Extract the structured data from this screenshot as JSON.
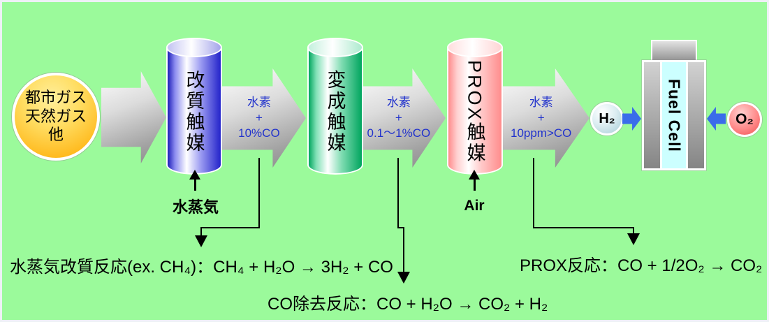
{
  "diagram": {
    "source": {
      "line1": "都市ガス",
      "line2": "天然ガス",
      "line3": "他"
    },
    "stages": [
      {
        "label": "改質触媒"
      },
      {
        "label": "変成触媒"
      },
      {
        "label": "PROX触媒"
      }
    ],
    "streams": [
      {
        "line1": "水素",
        "line2": "+",
        "line3": "10%CO"
      },
      {
        "line1": "水素",
        "line2": "+",
        "line3": "0.1～1%CO"
      },
      {
        "line1": "水素",
        "line2": "+",
        "line3": "10ppm>CO"
      }
    ],
    "feeds": [
      {
        "label": "水蒸気"
      },
      {
        "label": "Air"
      }
    ],
    "h2_label": "H₂",
    "o2_label": "O₂",
    "fuel_cell_label": "Fuel Cell",
    "reactions": [
      {
        "text": "水蒸気改質反応(ex. CH₄)：CH₄ + H₂O → 3H₂ + CO"
      },
      {
        "text": "CO除去反応：CO + H₂O → CO₂ + H₂"
      },
      {
        "text": "PROX反応：CO + 1/2O₂ → CO₂"
      }
    ],
    "colors": {
      "background": "#9bfa9b",
      "stream_text_blue": "#2233cc",
      "reformer_blue": "#2222c8",
      "shift_green": "#00a55e",
      "prox_pink": "#ff8c8c",
      "fuel_cell_core_cyan": "#ccffff",
      "io_arrow_blue": "#3a6cea",
      "source_yellow": "#ffb400",
      "h2_circle": "#a5ccd6",
      "o2_circle": "#ee4444"
    }
  }
}
